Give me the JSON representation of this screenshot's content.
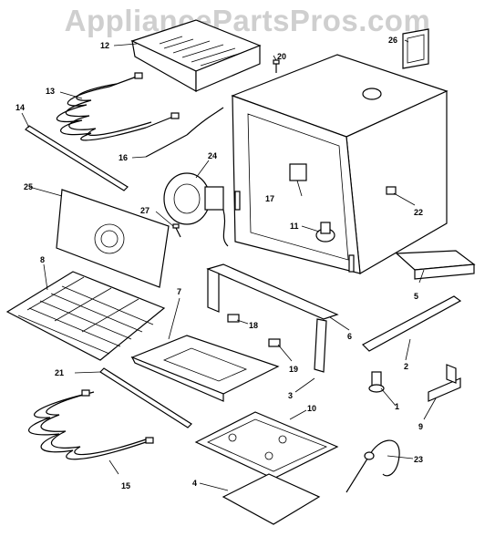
{
  "watermark": "AppliancePartsPros.com",
  "callouts": [
    "1",
    "2",
    "3",
    "4",
    "5",
    "6",
    "7",
    "8",
    "9",
    "10",
    "11",
    "12",
    "13",
    "14",
    "15",
    "16",
    "17",
    "18",
    "19",
    "20",
    "21",
    "22",
    "23",
    "24",
    "25",
    "26",
    "27"
  ]
}
